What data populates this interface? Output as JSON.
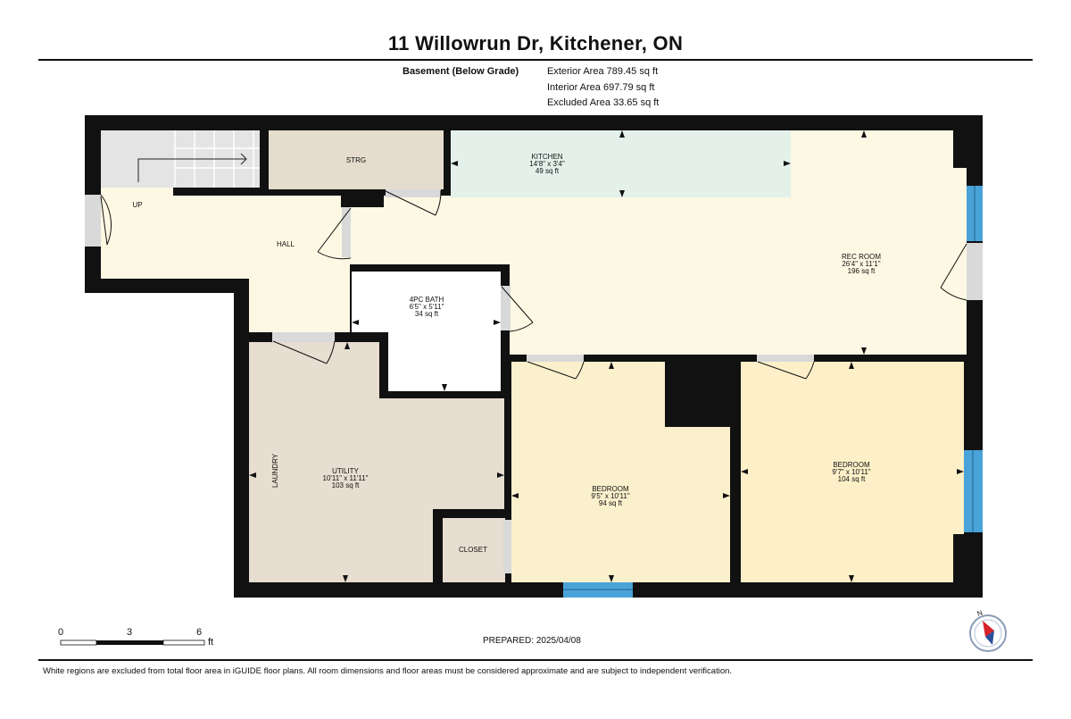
{
  "header": {
    "title": "11 Willowrun Dr, Kitchener, ON"
  },
  "areas": {
    "level": "Basement (Below Grade)",
    "exterior": "Exterior Area 789.45 sq ft",
    "interior": "Interior Area 697.79 sq ft",
    "excluded": "Excluded Area 33.65 sq ft"
  },
  "rooms": {
    "strg": {
      "name": "STRG"
    },
    "kitchen": {
      "name": "KITCHEN",
      "dims": "14'8\" x 3'4\"",
      "area": "49 sq ft"
    },
    "rec_room": {
      "name": "REC ROOM",
      "dims": "26'4\" x 11'1\"",
      "area": "196 sq ft"
    },
    "hall": {
      "name": "HALL"
    },
    "up": {
      "name": "UP"
    },
    "bath": {
      "name": "4PC BATH",
      "dims": "6'5\" x 5'11\"",
      "area": "34 sq ft"
    },
    "utility": {
      "name": "UTILITY",
      "dims": "10'11\" x 11'11\"",
      "area": "103 sq ft"
    },
    "laundry": {
      "name": "LAUNDRY"
    },
    "closet": {
      "name": "CLOSET"
    },
    "bedroom1": {
      "name": "BEDROOM",
      "dims": "9'5\" x 10'11\"",
      "area": "94 sq ft"
    },
    "bedroom2": {
      "name": "BEDROOM",
      "dims": "9'7\" x 10'11\"",
      "area": "104 sq ft"
    }
  },
  "scale": {
    "labels": [
      "0",
      "3",
      "6"
    ],
    "unit": "ft"
  },
  "compass": {
    "label": "N"
  },
  "prepared": "PREPARED: 2025/04/08",
  "footer": "White regions are excluded from total floor area in iGUIDE floor plans. All room dimensions and floor areas must be considered approximate and are subject to independent verification.",
  "colors": {
    "wall": "#111111",
    "hall": "#fdf8e3",
    "kitchen": "#e3f1ea",
    "strg": "#e5dccd",
    "utility": "#e7ddd0",
    "bedroom1": "#faf0cc",
    "bedroom2": "#fdf0c8",
    "window": "#4aa3d8",
    "door": "#d9d9d9",
    "stairs": "#e4e4e4"
  }
}
